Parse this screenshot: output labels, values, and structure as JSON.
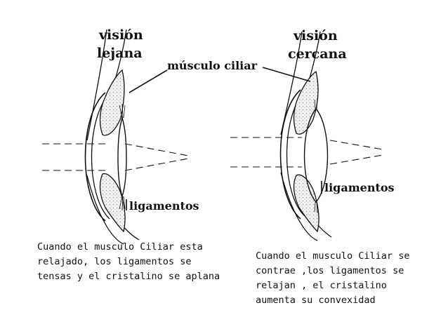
{
  "left": {
    "title_line1": "visión",
    "title_line2": "lejana",
    "caption_lines": [
      "Cuando el musculo Ciliar esta",
      "relajado, los ligamentos se",
      "tensas y el cristalino se aplana"
    ]
  },
  "right": {
    "title_line1": "visión",
    "title_line2": "cercana",
    "caption_lines": [
      "Cuando el musculo Ciliar se",
      "contrae ,los ligamentos se",
      "relajan , el cristalino",
      "aumenta su convexidad"
    ]
  },
  "labels": {
    "muscle": "músculo ciliar",
    "ligaments_left": "ligamentos",
    "ligaments_right": "ligamentos"
  },
  "colors": {
    "ink": "#111111",
    "stipple": "#bbbbbb",
    "background": "#ffffff"
  }
}
